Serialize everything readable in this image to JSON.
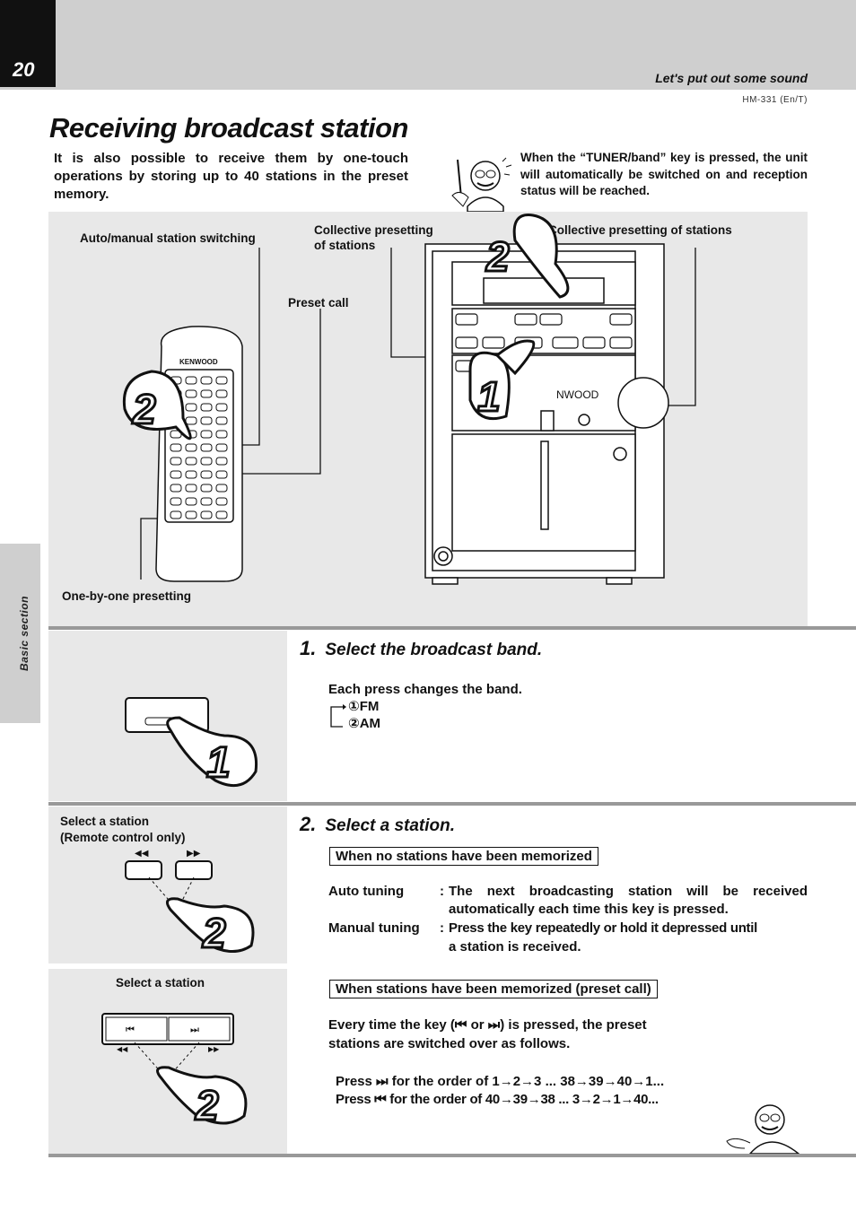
{
  "page": {
    "number": "20",
    "running_head": "Let's put out some sound",
    "model_code": "HM-331 (En/T)",
    "section_tab": "Basic section"
  },
  "title": "Receiving broadcast station",
  "intro": "It is also possible to receive them by one-touch operations by storing up to 40 stations in the preset memory.",
  "note": "When the “TUNER/band” key is pressed, the unit will automatically be switched on and reception status will be reached.",
  "diagram": {
    "label_auto_manual": "Auto/manual station switching",
    "label_collective_1a": "Collective presetting",
    "label_collective_1b": "of stations",
    "label_collective_2": "Collective presetting of stations",
    "label_preset_call": "Preset call",
    "label_one_by_one": "One-by-one presetting",
    "remote_brand": "KENWOOD",
    "unit_brand": "NWOOD",
    "badge_1": "1",
    "badge_2": "2"
  },
  "step1": {
    "number": "1.",
    "title": "Select the broadcast band.",
    "desc": "Each press changes the band.",
    "band_1": "①FM",
    "band_2": "②AM"
  },
  "step2": {
    "number": "2.",
    "title": "Select a station.",
    "left_label_1": "Select a station",
    "left_label_2": "(Remote control only)",
    "left_label_3": "Select a station",
    "box1": "When no stations have been memorized",
    "auto_label": "Auto tuning",
    "auto_colon": ":",
    "auto_text_1": "The next broadcasting station will be received",
    "auto_text_2": "automatically each time this key is pressed.",
    "manual_label": "Manual tuning",
    "manual_colon": ":",
    "manual_text_1": "Press the key repeatedly or hold it depressed until",
    "manual_text_2": "a station is received.",
    "box2": "When stations have been memorized (preset call)",
    "every_1": "Every time the key (⏮ or ⏭) is pressed, the preset",
    "every_2": "stations are switched over as follows.",
    "press_next": "Press ⏭ for the order of 1→2→3 ... 38→39→40→1...",
    "press_prev": "Press ⏮ for the order of 40→39→38 ... 3→2→1→40..."
  },
  "colors": {
    "dark": "#111111",
    "panel": "#e8e8e8",
    "bar": "#cfcfcf"
  }
}
